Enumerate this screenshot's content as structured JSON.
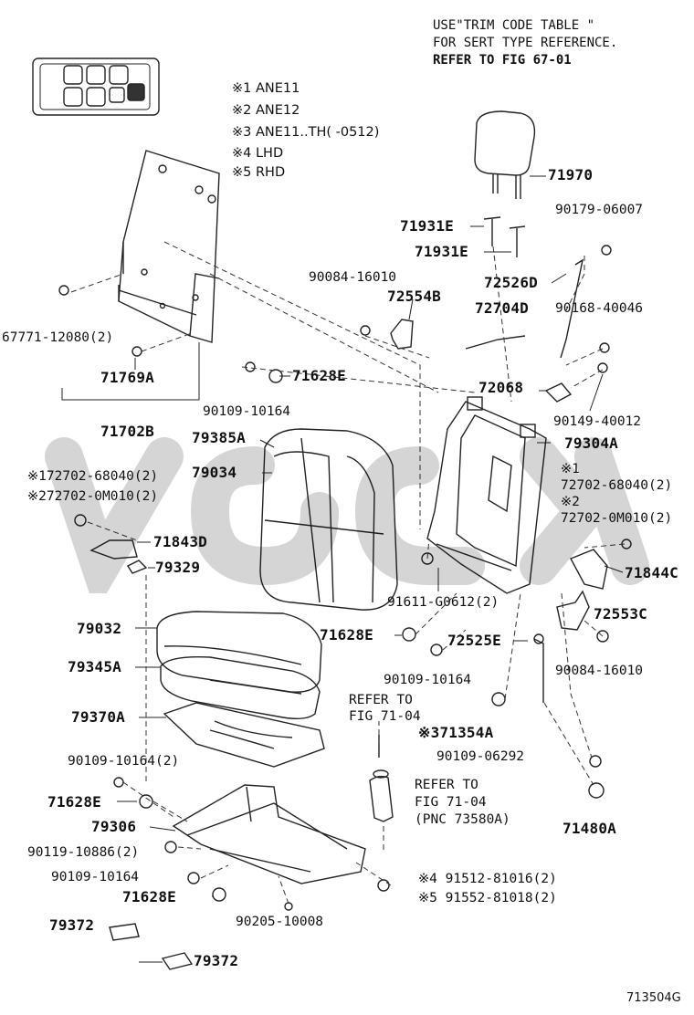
{
  "header": {
    "line1": "USE\"TRIM CODE TABLE \"",
    "line2": "FOR SERT TYPE REFERENCE.",
    "line3": "REFER TO FIG 67-01"
  },
  "legend": [
    "※1 ANE11",
    "※2 ANE12",
    "※3 ANE11..TH(   -0512)",
    "※4 LHD",
    "※5 RHD"
  ],
  "parts": {
    "p71970": "71970",
    "p90179_06007": "90179-06007",
    "p71931E_a": "71931E",
    "p71931E_b": "71931E",
    "p90084_16010_top": "90084-16010",
    "p72526D": "72526D",
    "p72554B": "72554B",
    "p72704D": "72704D",
    "p90168_40046": "90168-40046",
    "p67771": "67771-12080(2)",
    "p71769A": "71769A",
    "p71628E_1": "71628E",
    "p72068": "72068",
    "p90109_10164_1": "90109-10164",
    "p90149_40012": "90149-40012",
    "p71702B": "71702B",
    "p79385A": "79385A",
    "p79304A": "79304A",
    "p79034": "79034",
    "p72702_68040_left": "※172702-68040(2)",
    "p72702_0M010_left": "※272702-0M010(2)",
    "p72702_68040_right_mark": "※1",
    "p72702_68040_right": "72702-68040(2)",
    "p72702_0M010_right_mark": "※2",
    "p72702_0M010_right": "72702-0M010(2)",
    "p71843D": "71843D",
    "p79329": "79329",
    "p71844C": "71844C",
    "p91611": "91611-G0612(2)",
    "p72553C": "72553C",
    "p79032": "79032",
    "p71628E_2": "71628E",
    "p72525E": "72525E",
    "p79345A": "79345A",
    "p90084_16010_bot": "90084-16010",
    "p90109_10164_2": "90109-10164",
    "p79370A": "79370A",
    "refer1_a": "REFER TO",
    "refer1_b": "FIG 71-04",
    "p71354A": "※371354A",
    "p90109_10164_3": "90109-10164(2)",
    "p90109_06292": "90109-06292",
    "p71628E_3": "71628E",
    "refer2_a": "REFER TO",
    "refer2_b": "FIG 71-04",
    "refer2_c": "(PNC 73580A)",
    "p79306": "79306",
    "p71480A": "71480A",
    "p90119": "90119-10886(2)",
    "p90109_10164_4": "90109-10164",
    "p91512": "※4 91512-81016(2)",
    "p71628E_4": "71628E",
    "p91552": "※5 91552-81018(2)",
    "p90205": "90205-10008",
    "p79372_a": "79372",
    "p79372_b": "79372"
  },
  "footer": {
    "code": "713504G"
  }
}
